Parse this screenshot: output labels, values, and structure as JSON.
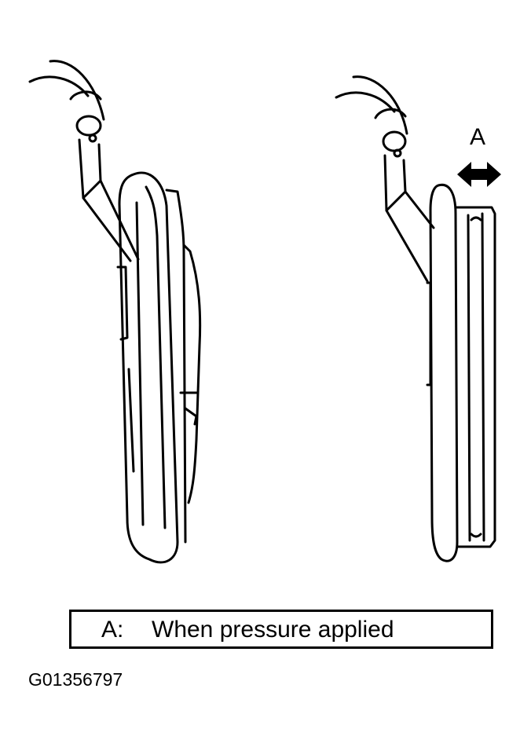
{
  "arrow_label": "A",
  "legend": {
    "key": "A:",
    "text": "When pressure applied"
  },
  "figure_id": "G01356797",
  "icons": {
    "left_view": "clutch-release-fork-normal-icon",
    "right_view": "clutch-release-fork-pressed-icon",
    "arrow": "double-headed-arrow-icon"
  }
}
